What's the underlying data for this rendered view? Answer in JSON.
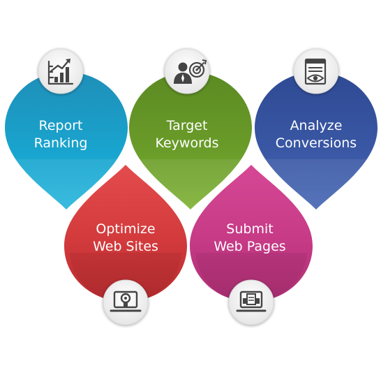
{
  "steps": [
    {
      "id": "report",
      "line1": "Report",
      "line2": "Ranking",
      "icon": "growth-chart-icon",
      "color": "#1aa0c6"
    },
    {
      "id": "target",
      "line1": "Target",
      "line2": "Keywords",
      "icon": "target-person-icon",
      "color": "#6f9a2a"
    },
    {
      "id": "analyze",
      "line1": "Analyze",
      "line2": "Conversions",
      "icon": "document-eye-icon",
      "color": "#3d5aa6"
    },
    {
      "id": "optimize",
      "line1": "Optimize",
      "line2": "Web Sites",
      "icon": "monitor-gear-icon",
      "color": "#d63a3d"
    },
    {
      "id": "submit",
      "line1": "Submit",
      "line2": "Web Pages",
      "icon": "laptop-upload-icon",
      "color": "#c93a84"
    }
  ]
}
